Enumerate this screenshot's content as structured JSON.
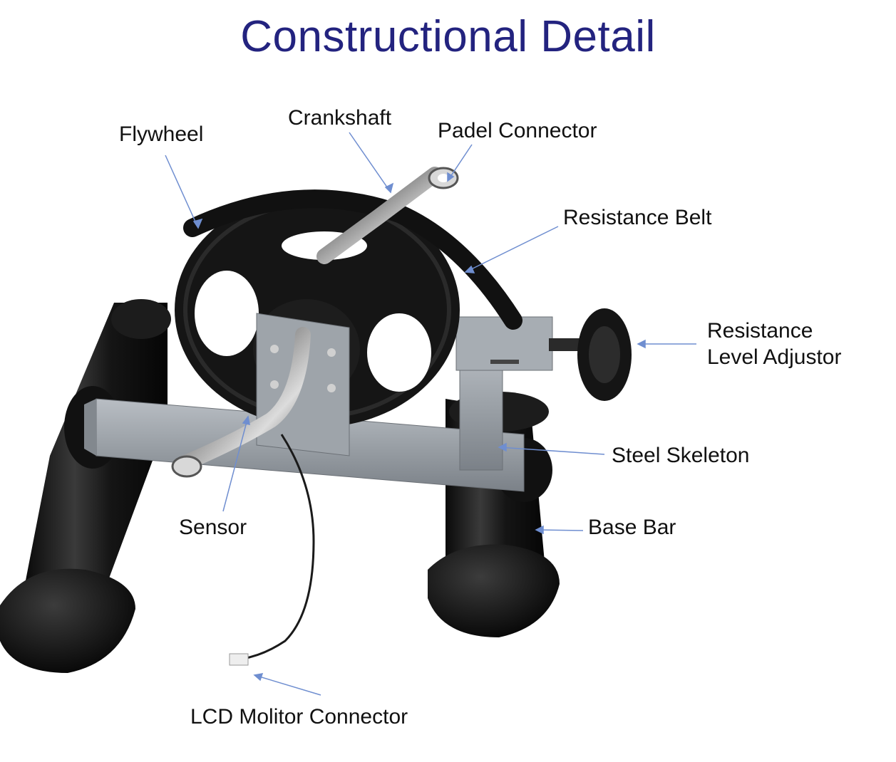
{
  "title": "Constructional Detail",
  "labels": {
    "flywheel": "Flywheel",
    "crankshaft": "Crankshaft",
    "padel_connector": "Padel Connector",
    "resistance_belt": "Resistance Belt",
    "resistance_adjustor_line1": "Resistance",
    "resistance_adjustor_line2": "Level Adjustor",
    "steel_skeleton": "Steel Skeleton",
    "sensor": "Sensor",
    "base_bar": "Base Bar",
    "lcd_connector": "LCD Molitor Connector"
  },
  "colors": {
    "title": "#23237f",
    "arrow": "#6f8ed0",
    "frame": "#9aa0a6",
    "rubber": "#141414"
  }
}
